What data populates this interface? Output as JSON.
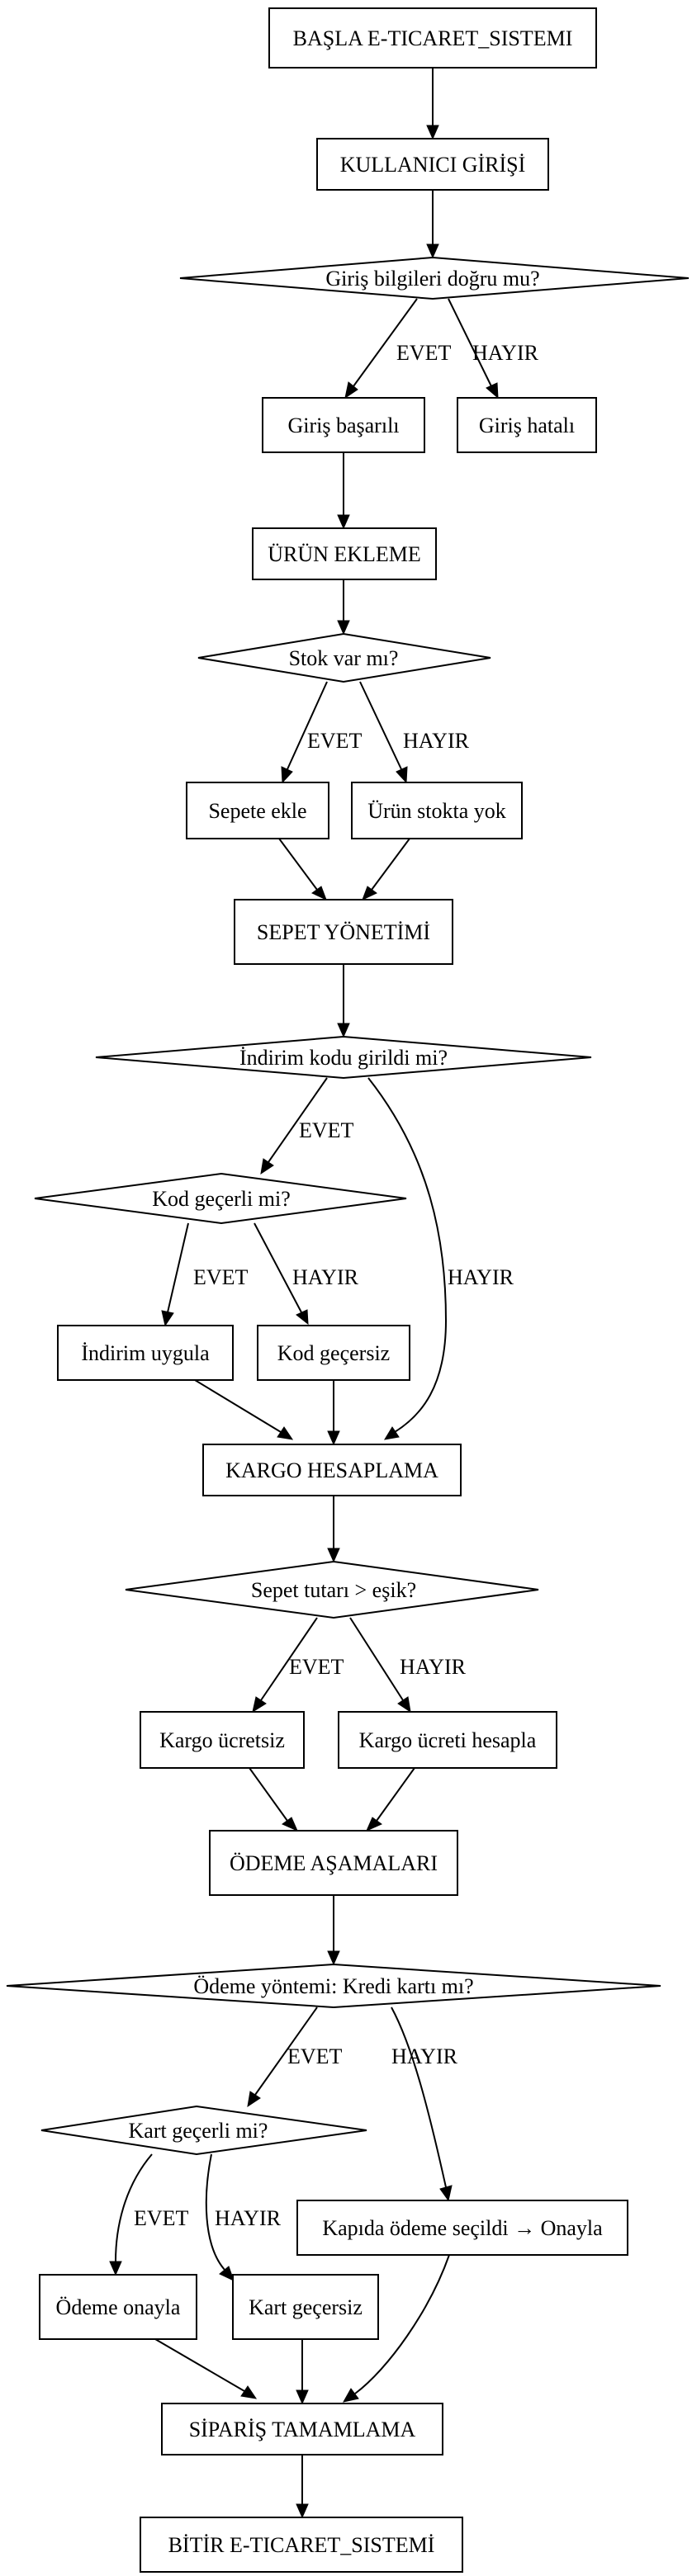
{
  "colors": {
    "stroke": "#000000",
    "fill": "#ffffff",
    "background": "#ffffff"
  },
  "nodes": {
    "start": "BAŞLA E-TICARET_SISTEMI",
    "login": "KULLANICI GİRİŞİ",
    "login_check": "Giriş bilgileri doğru mu?",
    "login_ok": "Giriş başarılı",
    "login_fail": "Giriş hatalı",
    "add_product": "ÜRÜN EKLEME",
    "stock_check": "Stok var mı?",
    "add_to_cart": "Sepete ekle",
    "out_of_stock": "Ürün stokta yok",
    "cart_management": "SEPET YÖNETİMİ",
    "discount_entered": "İndirim kodu girildi mi?",
    "code_valid": "Kod geçerli mi?",
    "apply_discount": "İndirim uygula",
    "code_invalid": "Kod geçersiz",
    "shipping_calc": "KARGO HESAPLAMA",
    "cart_threshold": "Sepet tutarı > eşik?",
    "free_shipping": "Kargo ücretsiz",
    "calc_shipping": "Kargo ücreti hesapla",
    "payment_steps": "ÖDEME AŞAMALARI",
    "payment_method": "Ödeme yöntemi: Kredi kartı mı?",
    "card_valid": "Kart geçerli mi?",
    "cash_on_delivery": "Kapıda ödeme seçildi → Onayla",
    "payment_approve": "Ödeme onayla",
    "card_invalid": "Kart geçersiz",
    "order_complete": "SİPARİŞ TAMAMLAMA",
    "end": "BİTİR E-TICARET_SISTEMİ"
  },
  "edges": {
    "login_yes": "EVET",
    "login_no": "HAYIR",
    "stock_yes": "EVET",
    "stock_no": "HAYIR",
    "discount_yes": "EVET",
    "discount_no": "HAYIR",
    "code_yes": "EVET",
    "code_no": "HAYIR",
    "threshold_yes": "EVET",
    "threshold_no": "HAYIR",
    "method_yes": "EVET",
    "method_no": "HAYIR",
    "card_yes": "EVET",
    "card_no": "HAYIR"
  }
}
